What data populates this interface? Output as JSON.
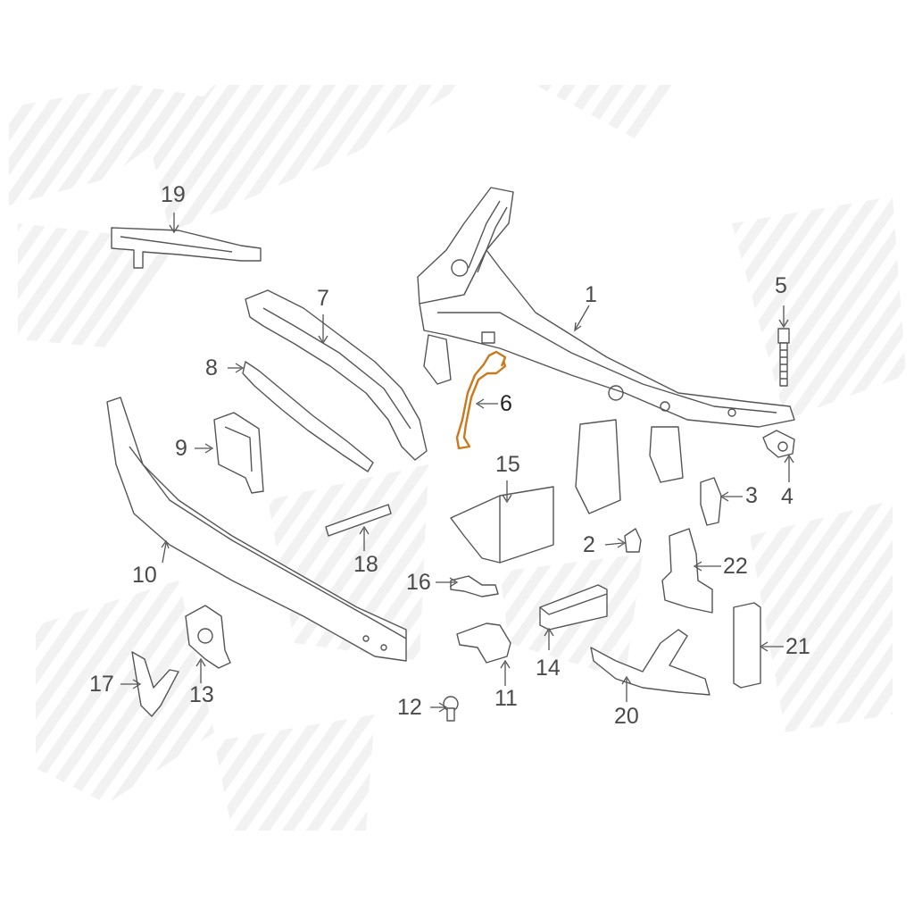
{
  "diagram": {
    "highlight_color": "#c97a1e",
    "watermark_color": "#f1f1f1",
    "highlighted_part": "6",
    "callouts": [
      {
        "id": "c1",
        "label": "1"
      },
      {
        "id": "c2",
        "label": "2"
      },
      {
        "id": "c3",
        "label": "3"
      },
      {
        "id": "c4",
        "label": "4"
      },
      {
        "id": "c5",
        "label": "5"
      },
      {
        "id": "c6",
        "label": "6"
      },
      {
        "id": "c7",
        "label": "7"
      },
      {
        "id": "c8",
        "label": "8"
      },
      {
        "id": "c9",
        "label": "9"
      },
      {
        "id": "c10",
        "label": "10"
      },
      {
        "id": "c11",
        "label": "11"
      },
      {
        "id": "c12",
        "label": "12"
      },
      {
        "id": "c13",
        "label": "13"
      },
      {
        "id": "c14",
        "label": "14"
      },
      {
        "id": "c15",
        "label": "15"
      },
      {
        "id": "c16",
        "label": "16"
      },
      {
        "id": "c17",
        "label": "17"
      },
      {
        "id": "c18",
        "label": "18"
      },
      {
        "id": "c19",
        "label": "19"
      },
      {
        "id": "c20",
        "label": "20"
      },
      {
        "id": "c21",
        "label": "21"
      },
      {
        "id": "c22",
        "label": "22"
      }
    ]
  }
}
